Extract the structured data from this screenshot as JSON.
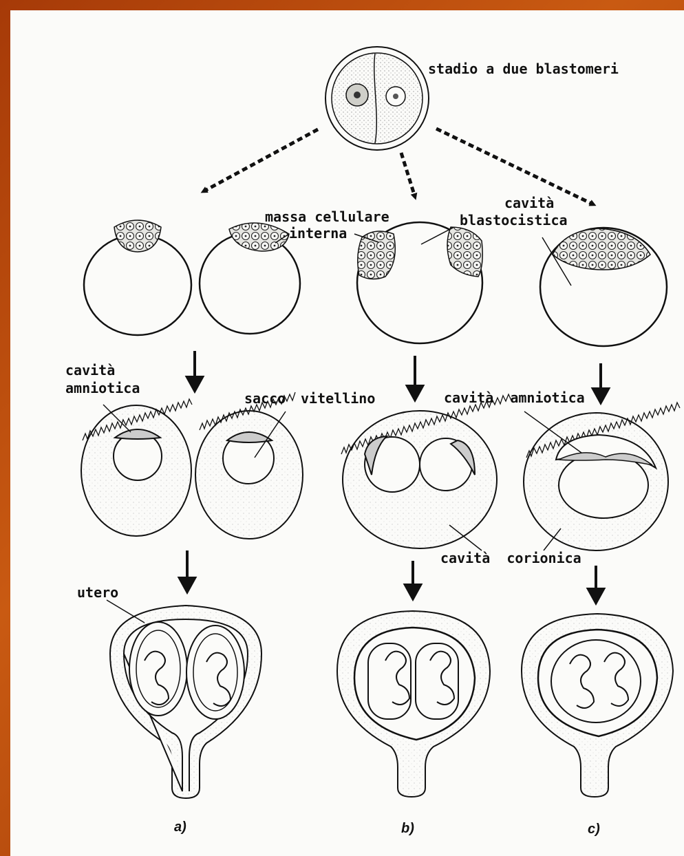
{
  "labels": {
    "two_blastomere_stage": "stadio a due blastomeri",
    "inner_cell_mass_1": "massa cellulare",
    "inner_cell_mass_2": "interna",
    "blastocyst_cavity_1": "cavità",
    "blastocyst_cavity_2": "blastocistica",
    "amniotic_cavity_1_line1": "cavità",
    "amniotic_cavity_1_line2": "amniotica",
    "yolk_sac_1": "sacco",
    "yolk_sac_2": "vitellino",
    "amniotic_cavity_2": "cavità  amniotica",
    "chorionic_cavity": "cavità  corionica",
    "uterus": "utero"
  },
  "captions": [
    "a)",
    "b)",
    "c)"
  ],
  "colors": {
    "background_frame": "#a63a08",
    "line": "#111111",
    "stipple": "#b8b8b0"
  }
}
